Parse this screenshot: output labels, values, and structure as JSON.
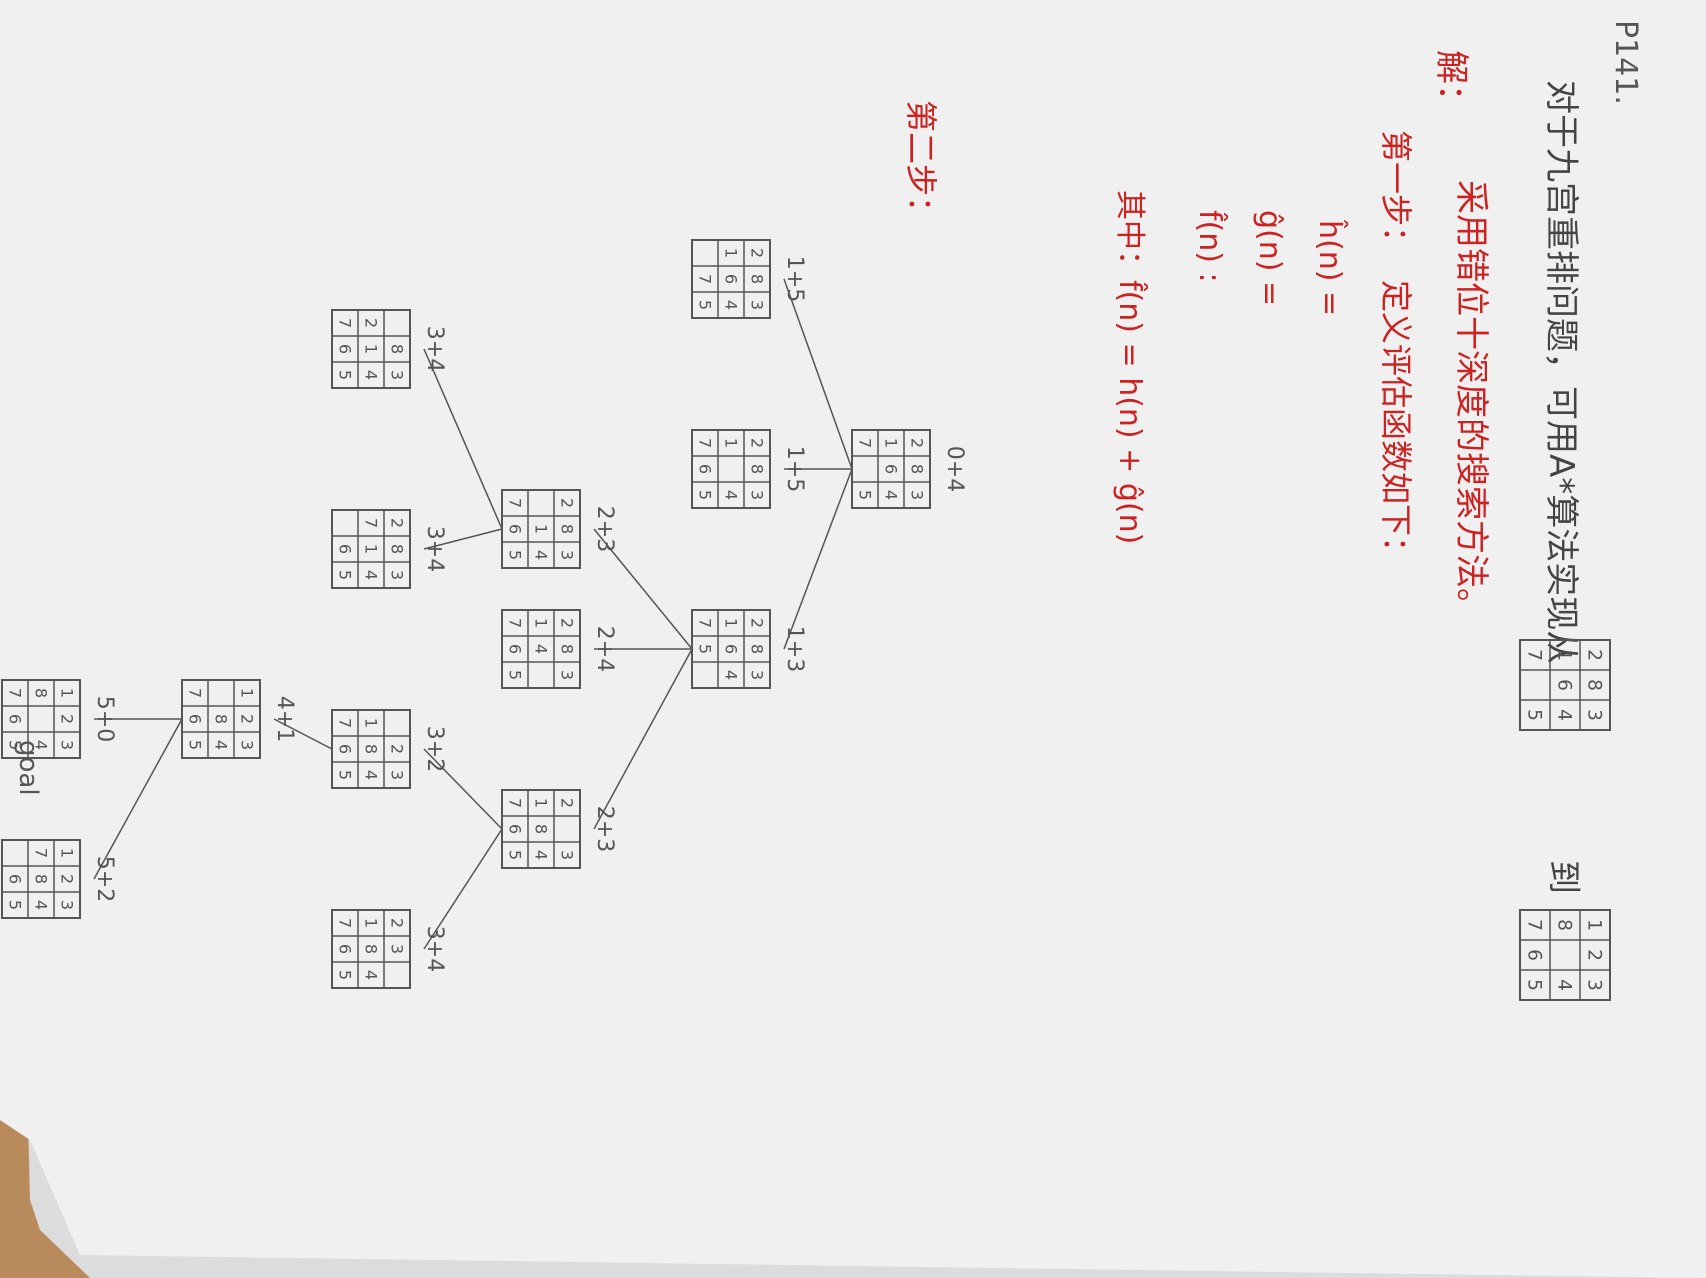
{
  "colors": {
    "pencil": "#555555",
    "red": "#cc2222",
    "paper": "#f1f1f1",
    "desk": "#b98a5c"
  },
  "page_label": "P141.",
  "question": {
    "line": "对于九宫重排问题，可用A*算法实现从",
    "start_grid": [
      [
        "2",
        "8",
        "3"
      ],
      [
        "1",
        "6",
        "4"
      ],
      [
        "7",
        "",
        "5"
      ]
    ],
    "to_word": "到",
    "goal_grid": [
      [
        "1",
        "2",
        "3"
      ],
      [
        "8",
        "",
        "4"
      ],
      [
        "7",
        "6",
        "5"
      ]
    ]
  },
  "solution": {
    "head": "解：",
    "line1": "采用错位十深度的搜索方法。",
    "step1_label": "第一步：",
    "step1_text": "定义评估函数如下：",
    "h_def": "ĥ(n) =",
    "g_def": "ĝ(n) =",
    "f_def": "f̂(n) :",
    "where": "其中：f̂(n) = h(n) + ĝ(n)",
    "step2_label": "第二步："
  },
  "tree": [
    {
      "id": "root",
      "label": "0+4",
      "grid": [
        [
          "2",
          "8",
          "3"
        ],
        [
          "1",
          "6",
          "4"
        ],
        [
          "7",
          "",
          "5"
        ]
      ]
    },
    {
      "id": "a1",
      "label": "1+5",
      "grid": [
        [
          "2",
          "8",
          "3"
        ],
        [
          "1",
          "6",
          "4"
        ],
        [
          "",
          "7",
          "5"
        ]
      ]
    },
    {
      "id": "a2",
      "label": "1+5",
      "grid": [
        [
          "2",
          "8",
          "3"
        ],
        [
          "1",
          "",
          "4"
        ],
        [
          "7",
          "6",
          "5"
        ]
      ]
    },
    {
      "id": "a3",
      "label": "1+3",
      "grid": [
        [
          "2",
          "8",
          "3"
        ],
        [
          "1",
          "6",
          "4"
        ],
        [
          "7",
          "5",
          ""
        ]
      ]
    },
    {
      "id": "b1",
      "label": "2+3",
      "grid": [
        [
          "2",
          "8",
          "3"
        ],
        [
          "",
          "1",
          "4"
        ],
        [
          "7",
          "6",
          "5"
        ]
      ]
    },
    {
      "id": "b2",
      "label": "2+3",
      "grid": [
        [
          "2",
          "",
          "3"
        ],
        [
          "1",
          "8",
          "4"
        ],
        [
          "7",
          "6",
          "5"
        ]
      ]
    },
    {
      "id": "b3",
      "label": "2+4",
      "grid": [
        [
          "2",
          "8",
          "3"
        ],
        [
          "1",
          "4",
          ""
        ],
        [
          "7",
          "6",
          "5"
        ]
      ]
    },
    {
      "id": "c1",
      "label": "3+4",
      "grid": [
        [
          "",
          "8",
          "3"
        ],
        [
          "2",
          "1",
          "4"
        ],
        [
          "7",
          "6",
          "5"
        ]
      ]
    },
    {
      "id": "c2",
      "label": "3+4",
      "grid": [
        [
          "2",
          "8",
          "3"
        ],
        [
          "7",
          "1",
          "4"
        ],
        [
          "",
          "6",
          "5"
        ]
      ]
    },
    {
      "id": "c3",
      "label": "3+2",
      "grid": [
        [
          "",
          "2",
          "3"
        ],
        [
          "1",
          "8",
          "4"
        ],
        [
          "7",
          "6",
          "5"
        ]
      ]
    },
    {
      "id": "c4",
      "label": "3+4",
      "grid": [
        [
          "2",
          "3",
          ""
        ],
        [
          "1",
          "8",
          "4"
        ],
        [
          "7",
          "6",
          "5"
        ]
      ]
    },
    {
      "id": "d1",
      "label": "4+1",
      "grid": [
        [
          "1",
          "2",
          "3"
        ],
        [
          "",
          "8",
          "4"
        ],
        [
          "7",
          "6",
          "5"
        ]
      ]
    },
    {
      "id": "e1",
      "label": "5+0",
      "grid": [
        [
          "1",
          "2",
          "3"
        ],
        [
          "8",
          "",
          "4"
        ],
        [
          "7",
          "6",
          "5"
        ]
      ]
    },
    {
      "id": "e2",
      "label": "5+2",
      "grid": [
        [
          "1",
          "2",
          "3"
        ],
        [
          "7",
          "8",
          "4"
        ],
        [
          "",
          "6",
          "5"
        ]
      ]
    }
  ],
  "goal_label": "goal"
}
